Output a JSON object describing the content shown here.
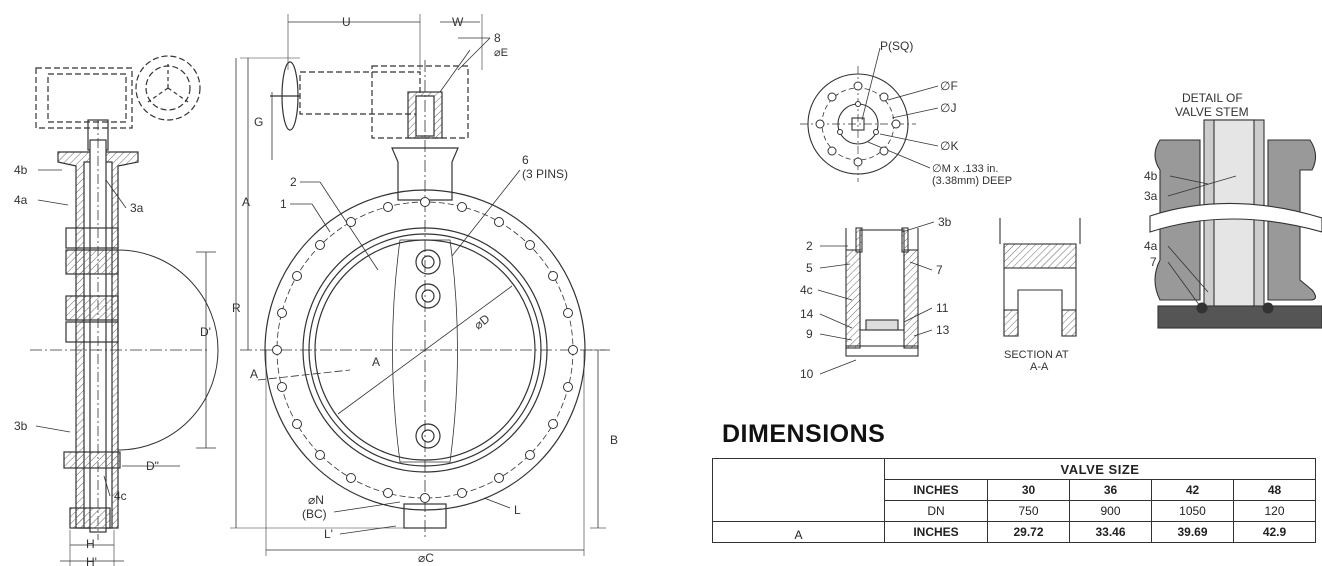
{
  "labels": {
    "U": "U",
    "W": "W",
    "n8": "8",
    "E": "⌀E",
    "G": "G",
    "A": "A",
    "R": "R",
    "n2": "2",
    "n1": "1",
    "n6": "6",
    "pins": "(3 PINS)",
    "D": "⌀D",
    "Dp": "D'",
    "Ddp": "D\"",
    "N": "⌀N",
    "BC": "(BC)",
    "L": "L",
    "Lp": "L'",
    "C": "⌀C",
    "B": "B",
    "H": "H",
    "Hp": "H'",
    "sectionA": "A",
    "4b": "4b",
    "4a": "4a",
    "3a": "3a",
    "3b": "3b",
    "4c": "4c"
  },
  "flange_labels": {
    "P": "P(SQ)",
    "F": "∅F",
    "J": "∅J",
    "K": "∅K",
    "M1": "∅M x .133 in.",
    "M2": "(3.38mm) DEEP"
  },
  "section_labels": {
    "2": "2",
    "5": "5",
    "4c": "4c",
    "14": "14",
    "9": "9",
    "10": "10",
    "3b": "3b",
    "7": "7",
    "11": "11",
    "13": "13",
    "sect1": "SECTION AT",
    "sect2": "A-A"
  },
  "detail_labels": {
    "title1": "DETAIL OF",
    "title2": "VALVE STEM",
    "4b": "4b",
    "3a": "3a",
    "4a": "4a",
    "7": "7"
  },
  "dimensions_title": "DIMENSIONS",
  "table": {
    "valve_size": "VALVE SIZE",
    "row_inches": "INCHES",
    "row_dn": "DN",
    "sizes_in": [
      "30",
      "36",
      "42",
      "48"
    ],
    "sizes_dn": [
      "750",
      "900",
      "1050",
      "120"
    ],
    "a_label": "A",
    "a_inches": "INCHES",
    "a_values": [
      "29.72",
      "33.46",
      "39.69",
      "42.9"
    ]
  },
  "colors": {
    "line": "#333333",
    "hatch": "#777777",
    "dark": "#555555"
  }
}
